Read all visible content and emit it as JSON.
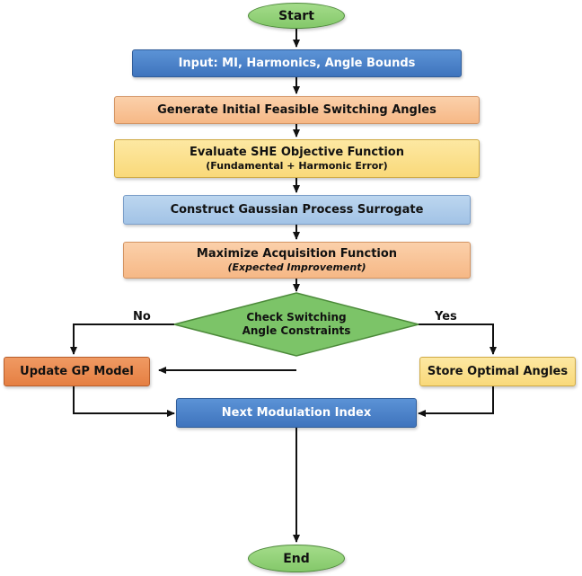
{
  "flowchart": {
    "start": "Start",
    "input": "Input: MI, Harmonics, Angle Bounds",
    "generate": "Generate Initial Feasible Switching Angles",
    "evaluate": {
      "title": "Evaluate SHE Objective Function",
      "subtitle": "(Fundamental + Harmonic Error)"
    },
    "construct": "Construct Gaussian Process Surrogate",
    "maximize": {
      "title": "Maximize Acquisition Function",
      "subtitle": "(Expected Improvement)"
    },
    "decision": {
      "line1": "Check Switching",
      "line2": "Angle Constraints"
    },
    "branch_no": "No",
    "branch_yes": "Yes",
    "update_gp": "Update GP Model",
    "store": "Store Optimal Angles",
    "next_mi": "Next Modulation Index",
    "end": "End"
  },
  "colors": {
    "start_end": "#8fd175",
    "input": "#4a80c8",
    "generate": "#f8c496",
    "evaluate": "#fbe08c",
    "construct": "#b0cdea",
    "maximize": "#f8c496",
    "decision": "#7cc468",
    "update_gp": "#ea8a50",
    "store": "#fbe08c",
    "next_mi": "#4a80c8",
    "connector": "#111111"
  }
}
